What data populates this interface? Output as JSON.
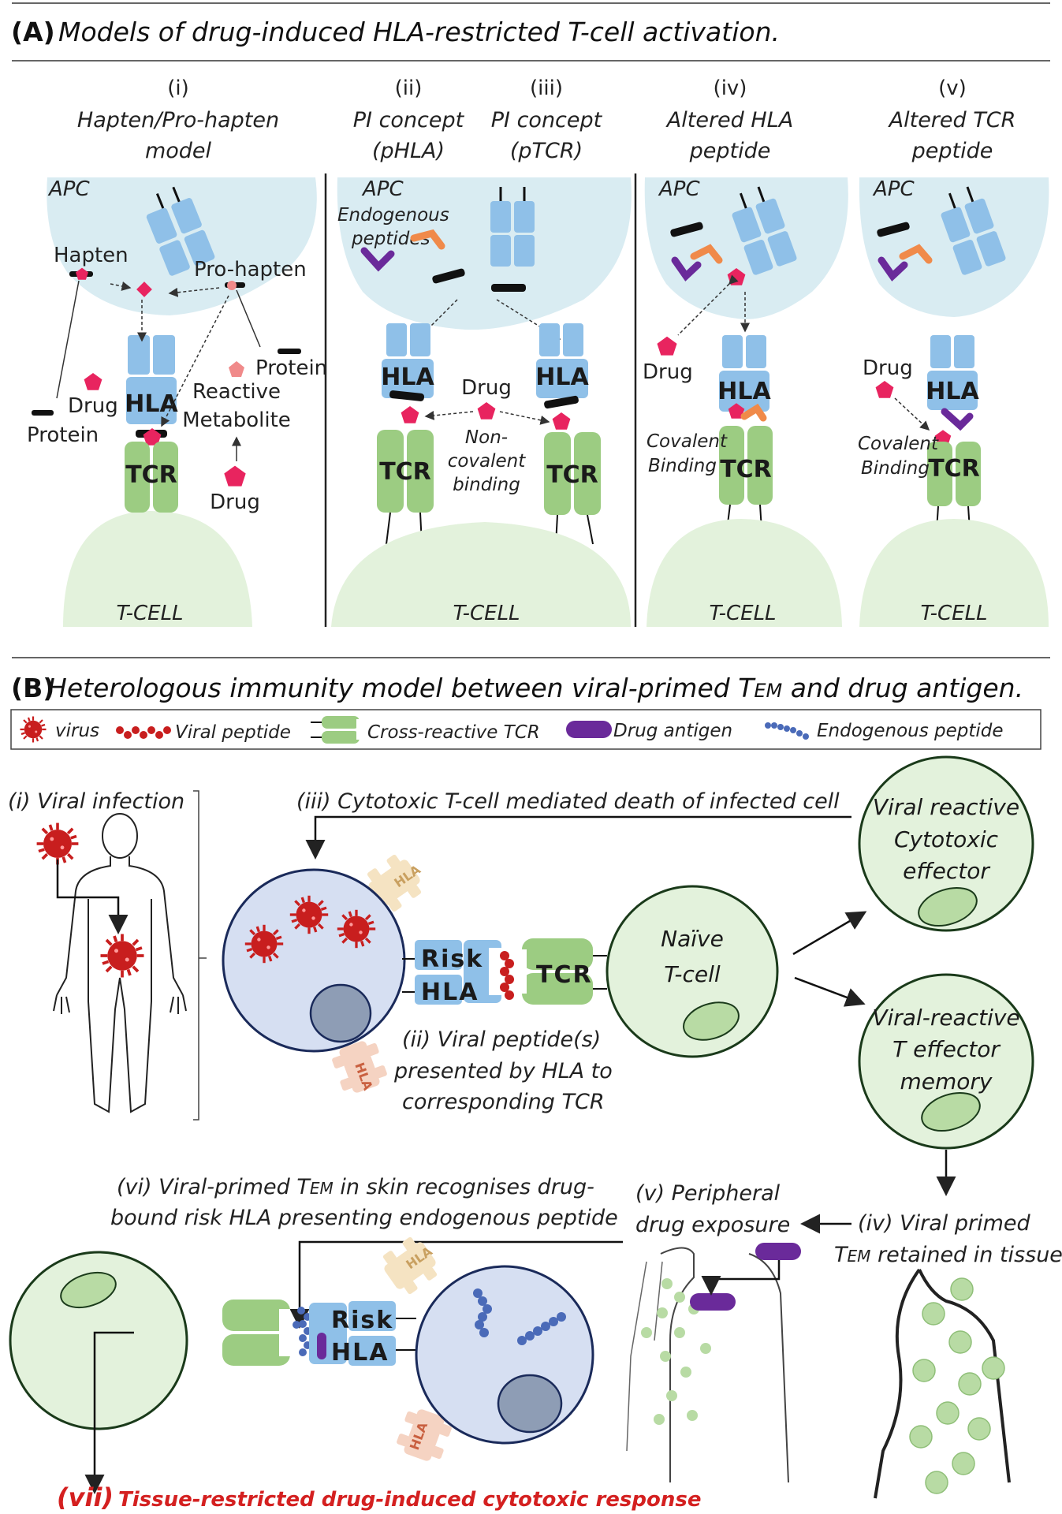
{
  "panel_a": {
    "heading_bold": "(A)",
    "heading_text": "Models of drug-induced HLA-restricted T-cell activation.",
    "models": [
      {
        "num": "(i)",
        "name_l1": "Hapten/Pro-hapten",
        "name_l2": "model"
      },
      {
        "num": "(ii)",
        "name_l1": "PI concept",
        "name_l2": "(pHLA)"
      },
      {
        "num": "(iii)",
        "name_l1": "PI concept",
        "name_l2": "(pTCR)"
      },
      {
        "num": "(iv)",
        "name_l1": "Altered HLA",
        "name_l2": "peptide"
      },
      {
        "num": "(v)",
        "name_l1": "Altered TCR",
        "name_l2": "peptide"
      }
    ],
    "apc": "APC",
    "tcell": "T-CELL",
    "hla": "HLA",
    "tcr": "TCR",
    "hapten": "Hapten",
    "pro_hapten": "Pro-hapten",
    "protein": "Protein",
    "drug": "Drug",
    "reactive": "Reactive",
    "metabolite": "Metabolite",
    "endogenous": "Endogenous",
    "peptides": "peptides",
    "non_covalent_1": "Non-",
    "non_covalent_2": "covalent",
    "non_covalent_3": "binding",
    "covalent": "Covalent",
    "binding": "Binding"
  },
  "panel_b": {
    "heading_bold": "(B)",
    "heading_text_1": "Heterologous immunity model between viral-primed T",
    "heading_text_sub": "EM",
    "heading_text_2": " and drug antigen.",
    "legend": {
      "virus": "virus",
      "viral_peptide": "Viral peptide",
      "cross_tcr": "Cross-reactive TCR",
      "drug_antigen": "Drug antigen",
      "endogenous": "Endogenous peptide"
    },
    "step_i": "(i) Viral infection",
    "step_iii": "(iii) Cytotoxic T-cell mediated death of infected cell",
    "step_ii_1": "(ii) Viral peptide(s)",
    "step_ii_2": "presented by HLA to",
    "step_ii_3": "corresponding TCR",
    "risk": "Risk",
    "hla": "HLA",
    "tcr": "TCR",
    "naive_1": "Naïve",
    "naive_2": "T-cell",
    "effector_1": "Viral reactive",
    "effector_2": "Cytotoxic",
    "effector_3": "effector",
    "memory_1": "Viral-reactive",
    "memory_2": "T effector",
    "memory_3": "memory",
    "step_iv_1": "(iv) Viral primed",
    "step_iv_2a": "T",
    "step_iv_2sub": "EM",
    "step_iv_2b": " retained in tissues",
    "step_v_1": "(v) Peripheral",
    "step_v_2": "drug exposure",
    "step_vi_1a": "(vi) Viral-primed T",
    "step_vi_1sub": "EM",
    "step_vi_1b": " in skin recognises drug-",
    "step_vi_2": "bound risk HLA presenting endogenous peptide",
    "step_vii_num": "(vii)",
    "step_vii_text": "Tissue-restricted drug-induced cytotoxic response"
  },
  "colors": {
    "apc_fill": "#d9ecf2",
    "hla_blue": "#8fc0e8",
    "tcr_green": "#9ccc82",
    "tcell_fill": "#e3f2dc",
    "drug_pink": "#e8245f",
    "virus_red": "#c81e1e",
    "drug_purple": "#6a2a9a",
    "peptide_orange": "#f08a4a",
    "peptide_blue": "#4a6ab8",
    "cell_blue": "#d6dff2",
    "nucleus_blue": "#8e9db5",
    "label_red": "#d42020"
  }
}
